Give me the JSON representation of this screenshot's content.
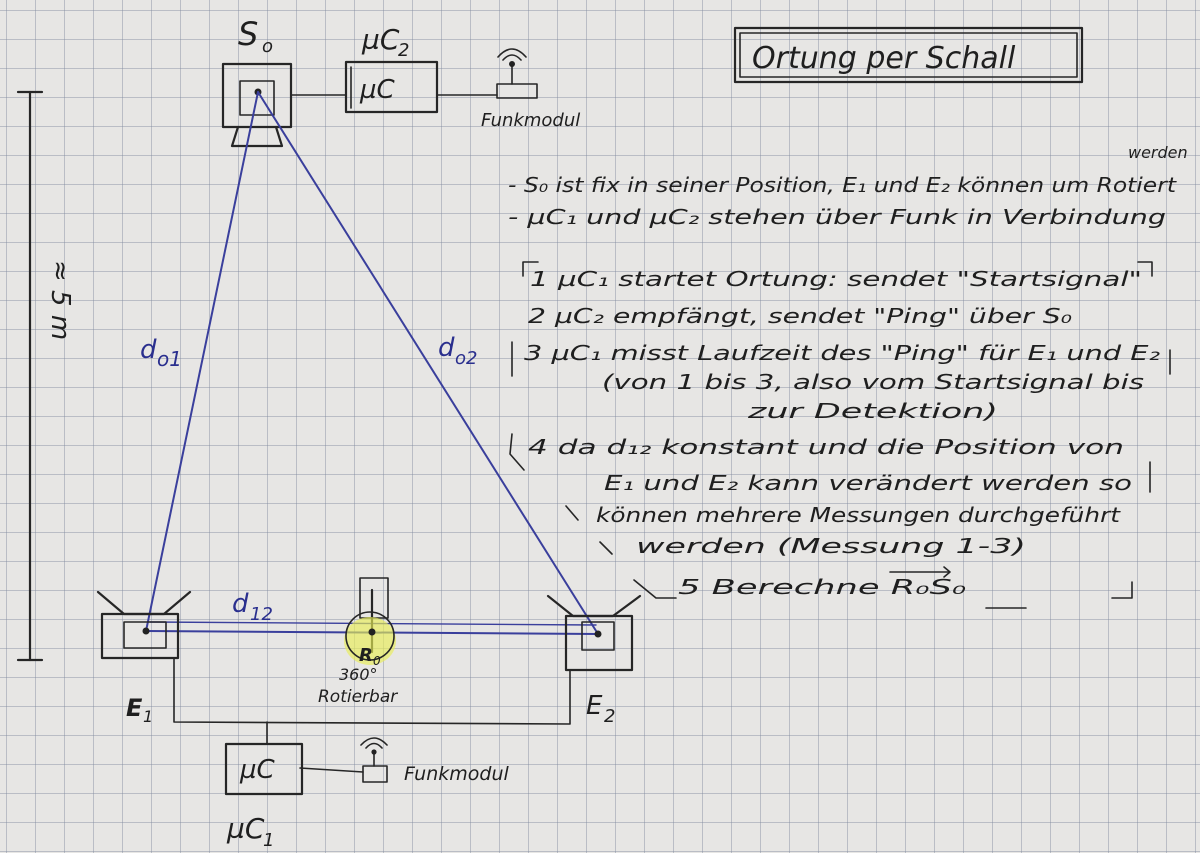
{
  "title": "Ortung per Schall",
  "sender": {
    "label": "S",
    "sub": "o"
  },
  "uc2": {
    "label": "µC",
    "sub": "2",
    "box_text": "µC"
  },
  "uc1": {
    "label": "µC",
    "sub": "1",
    "box_text": "µC"
  },
  "funkmodul_top": "Funkmodul",
  "funkmodul_bottom": "Funkmodul",
  "e1": {
    "label": "E",
    "sub": "1"
  },
  "e2": {
    "label": "E",
    "sub": "2"
  },
  "d01": {
    "label": "d",
    "sub": "o1"
  },
  "d02": {
    "label": "d",
    "sub": "o2"
  },
  "d12": {
    "label": "d",
    "sub": "12"
  },
  "rotor": {
    "label": "R",
    "sub": "0",
    "angle": "360°",
    "caption": "Rotierbar"
  },
  "side_scale": "≈ 5 m",
  "notes": {
    "line1": "- S₀ ist fix in seiner Position, E₁ und E₂ können um Rotiert",
    "line1_insert": "werden",
    "line2": "- µC₁ und µC₂ stehen über Funk in Verbindung",
    "step1": "1  µC₁  startet Ortung: sendet \"Startsignal\"",
    "step2": "2  µC₂  empfängt, sendet \"Ping\" über S₀",
    "step3": "3  µC₁ misst Laufzeit des \"Ping\" für E₁ und E₂",
    "step3b": "(von 1 bis 3, also vom Startsignal bis",
    "step3c": "zur Detektion)",
    "step4": "4  da d₁₂ konstant und die Position von",
    "step4b": "E₁ und E₂ kann verändert werden so",
    "step4c": "können mehrere Messungen durchgeführt",
    "step4d": "werden (Messung 1-3)",
    "step5": "5  Berechne R₀S₀"
  }
}
